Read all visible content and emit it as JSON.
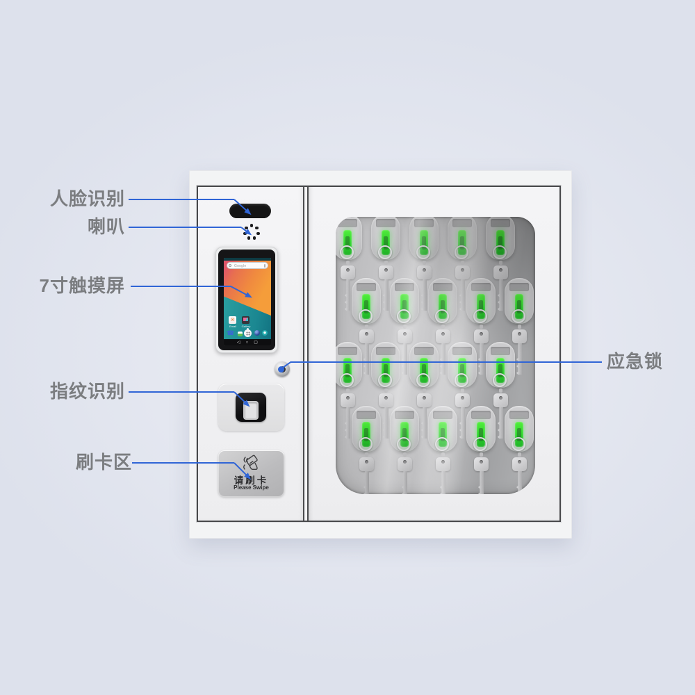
{
  "callouts": {
    "face": {
      "label": "人脸识别"
    },
    "speaker": {
      "label": "喇叭"
    },
    "screen": {
      "label": "7寸触摸屏"
    },
    "fingerprint": {
      "label": "指纹识别"
    },
    "card": {
      "label": "刷卡区"
    },
    "lock": {
      "label": "应急锁"
    }
  },
  "card_panel": {
    "cn": "请刷卡",
    "en": "Please Swipe"
  },
  "tablet": {
    "search_text": "Google",
    "app_labels": [
      "Email",
      "Gallery"
    ],
    "app_icon_glyph": "✉",
    "dock_phone_glyph": "☎",
    "nav": [
      {
        "name": "back-icon",
        "glyph": "◁"
      },
      {
        "name": "home-icon",
        "glyph": "○"
      },
      {
        "name": "recents-icon",
        "glyph": "▢"
      }
    ]
  },
  "speaker": {
    "holes": 7
  },
  "key_grid": {
    "rows": 4,
    "cols": 5,
    "row_tops": [
      19,
      111,
      203,
      295
    ],
    "odd_row_centers": [
      17,
      72,
      127,
      182,
      237
    ],
    "even_row_centers": [
      44,
      99,
      154,
      209,
      264
    ],
    "fob_color": "#35df31"
  },
  "colors": {
    "callout_line": "#3065d6",
    "label_text": "#7b7d80",
    "key_green": "#35df31",
    "background": "#e0e3ed",
    "cabinet": "#f3f4f5"
  }
}
